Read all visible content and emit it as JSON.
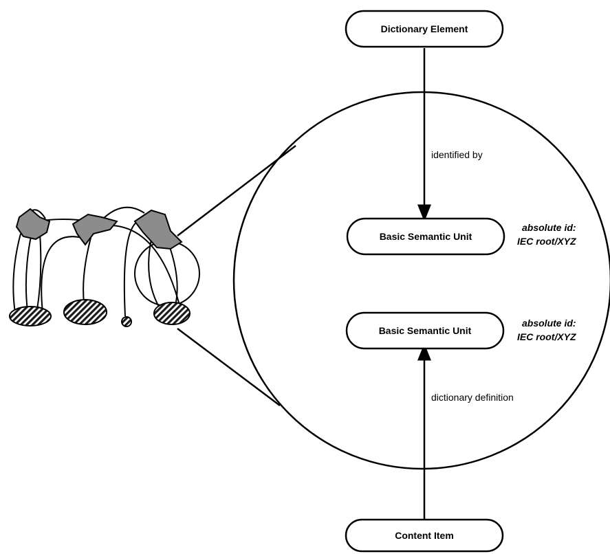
{
  "nodes": {
    "dictionary_element": "Dictionary Element",
    "basic_semantic_unit_top": "Basic Semantic Unit",
    "basic_semantic_unit_bottom": "Basic Semantic Unit",
    "content_item": "Content Item"
  },
  "edges": {
    "identified_by": "identified by",
    "dictionary_definition": "dictionary definition"
  },
  "annotations": {
    "top": {
      "line1": "absolute id:",
      "line2": "IEC root/XYZ"
    },
    "bottom": {
      "line1": "absolute id:",
      "line2": "IEC root/XYZ"
    }
  },
  "colors": {
    "stroke": "#000000",
    "node_fill": "#ffffff",
    "network_fill_top": "#8c8c8c",
    "network_fill_bottom": "#2a2a2a"
  }
}
